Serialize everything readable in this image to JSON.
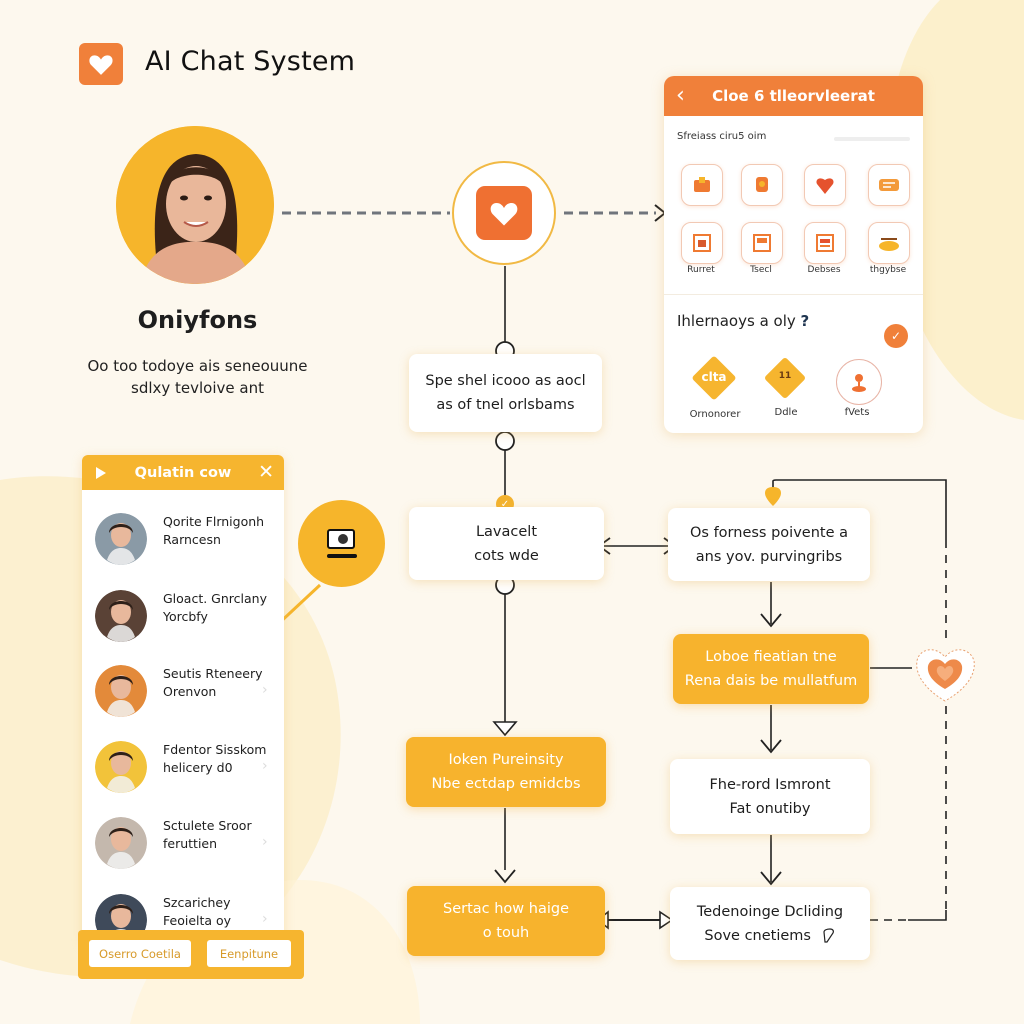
{
  "app": {
    "title": "AI Chat System",
    "logo_icon": "heart-icon",
    "accent_color": "#f0803a",
    "secondary_color": "#f6b52f",
    "background_color": "#fdf8ee"
  },
  "profile": {
    "name": "Oniyfons",
    "description_line1": "Oo too todoye ais seneouune",
    "description_line2": "sdlxy tevloive ant"
  },
  "hub": {
    "icon": "heart-icon"
  },
  "flow_left": [
    {
      "id": "step1",
      "line1": "Spe shel icooo as aocl",
      "line2": "as of tnel orlsbams",
      "style": "white"
    },
    {
      "id": "step2",
      "line1": "Lavacelt",
      "line2": "cots wde",
      "style": "white"
    },
    {
      "id": "step3",
      "line1": "Ioken Pureinsity",
      "line2": "Nbe ectdap emidcbs",
      "style": "orange"
    },
    {
      "id": "step4",
      "line1": "Sertac how haige",
      "line2": "o touh",
      "style": "orange"
    }
  ],
  "flow_right": [
    {
      "id": "r1",
      "line1": "Os forness poivente a",
      "line2": "ans yov. purvingribs",
      "style": "white"
    },
    {
      "id": "r2",
      "line1": "Loboe fieatian tne",
      "line2": "Rena dais be mullatfum",
      "style": "orange"
    },
    {
      "id": "r3",
      "line1": "Fhe-rord Ismront",
      "line2": "Fat onutiby",
      "style": "white"
    },
    {
      "id": "r4",
      "line1": "Tedenoinge Dcliding",
      "line2": "Sove cnetiems",
      "style": "white",
      "trailing_icon": "pen-icon"
    }
  ],
  "right_panel": {
    "back_icon": "chevron-left-icon",
    "title": "Cloe 6 tlleorvleerat",
    "subtitle": "Sfreiass ciru5 oim",
    "grid": [
      {
        "icon": "app-icon-1",
        "label": ""
      },
      {
        "icon": "app-icon-2",
        "label": ""
      },
      {
        "icon": "app-icon-3",
        "label": ""
      },
      {
        "icon": "app-icon-4",
        "label": ""
      },
      {
        "icon": "app-icon-5",
        "label": "Rurret"
      },
      {
        "icon": "app-icon-6",
        "label": "Tsecl"
      },
      {
        "icon": "app-icon-7",
        "label": "Debses"
      },
      {
        "icon": "app-icon-8",
        "label": "thgybse"
      }
    ],
    "question": "Ihlernaoys a oly",
    "question_mark": "?",
    "check_icon": "check-icon",
    "options": [
      {
        "shape": "diamond",
        "text": "clta",
        "label": "Ornonorer",
        "color": "#f6b52f"
      },
      {
        "shape": "diamond",
        "text": "11",
        "label": "Ddle",
        "color": "#f6b52f"
      },
      {
        "shape": "circle",
        "text": "",
        "label": "fVets",
        "color": "#f0803a"
      }
    ]
  },
  "list_panel": {
    "title": "Qulatin cow",
    "play_icon": "play-icon",
    "close_icon": "close-icon",
    "items": [
      {
        "line1": "Qorite Flrnigonh",
        "line2": "Rarncesn",
        "avatar_color": "#8a9aa6"
      },
      {
        "line1": "Gloact.  Gnrclany",
        "line2": "Yorcbfy",
        "avatar_color": "#5a4236"
      },
      {
        "line1": "Seutis   Rteneery",
        "line2": "Orenvon",
        "avatar_color": "#e38a3a"
      },
      {
        "line1": "Fdentor Sisskom",
        "line2": "helicery d0",
        "avatar_color": "#f2c33a"
      },
      {
        "line1": "Sctulete Sroor",
        "line2": "feruttien",
        "avatar_color": "#c4b8ad"
      },
      {
        "line1": "Szcarichey",
        "line2": "Feoielta oy",
        "avatar_color": "#3f4a5a"
      }
    ],
    "footer_buttons": [
      {
        "label": "Oserro Coetila"
      },
      {
        "label": "Eenpitune"
      }
    ]
  },
  "camera_bubble": {
    "icon": "camera-icon"
  },
  "feedback_badge": {
    "icon": "heart-icon"
  }
}
